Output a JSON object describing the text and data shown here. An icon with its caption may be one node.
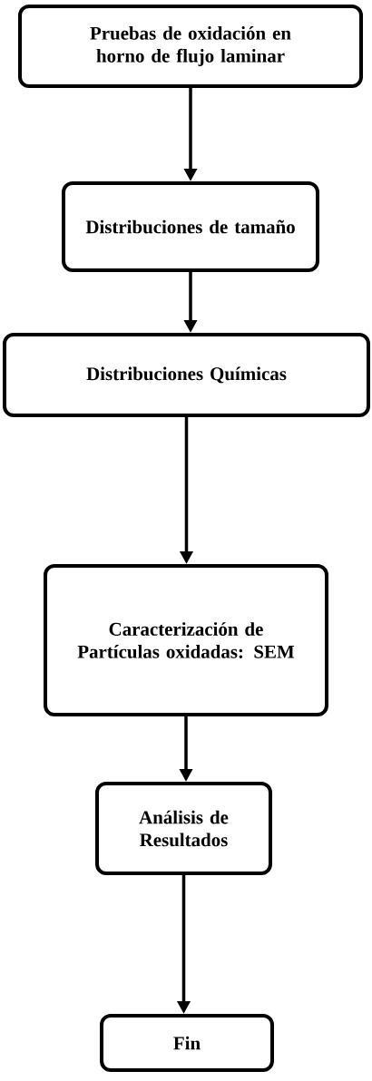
{
  "diagram": {
    "nodes": [
      {
        "text": [
          "Pruebas de oxidación en horno de flujo laminar"
        ]
      },
      {
        "text": [
          "Distribuciones de tamaño"
        ]
      },
      {
        "text": [
          "Distribuciones Químicas"
        ]
      },
      {
        "text": [
          "Caracterización de Partículas oxidadas: SEM"
        ]
      },
      {
        "text": [
          "Análisis de Resultados"
        ]
      },
      {
        "text": [
          "Fin"
        ]
      }
    ],
    "edges": [
      {
        "from": 0,
        "to": 1,
        "arrow": "to"
      },
      {
        "from": 1,
        "to": 2,
        "arrow": "to"
      },
      {
        "from": 2,
        "to": 3,
        "arrow": "to"
      },
      {
        "from": 3,
        "to": 4,
        "arrow": "to"
      },
      {
        "from": 4,
        "to": 5,
        "arrow": "to"
      }
    ]
  }
}
